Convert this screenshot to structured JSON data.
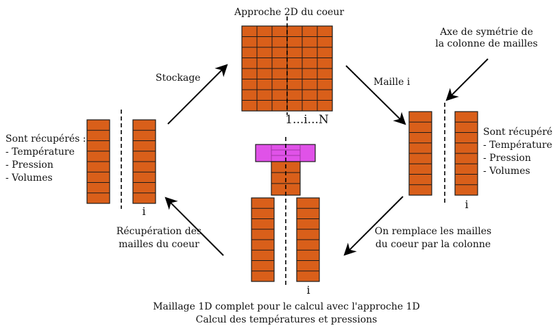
{
  "labels": {
    "title_top": "Approche 2D du coeur",
    "stockage": "Stockage",
    "maille_i": "Maille i",
    "axe_line1": "Axe de symétrie de",
    "axe_line2": "la colonne de mailles",
    "core_index": "1...i...N",
    "left_recovered": "Sont récupérés :",
    "left_item1": "- Température",
    "left_item2": "- Pression",
    "left_item3": "- Volumes",
    "right_recovered": "Sont récupérés :",
    "right_item1": "- Température",
    "right_item2": "- Pression",
    "right_item3": "- Volumes",
    "left_i": "i",
    "right_i": "i",
    "bottom_i": "i",
    "recup_line1": "Récupération des",
    "recup_line2": "mailles du coeur",
    "remplace_line1": "On remplace les mailles",
    "remplace_line2": "du coeur par la colonne",
    "caption_line1": "Maillage 1D complet pour le calcul avec l'approche 1D",
    "caption_line2": "Calcul des températures et pressions"
  },
  "colors": {
    "cell_fill": "#d95f1a",
    "cell_line": "#1a1a1a",
    "plenum_fill": "#e052e8",
    "arrow": "#000000"
  }
}
